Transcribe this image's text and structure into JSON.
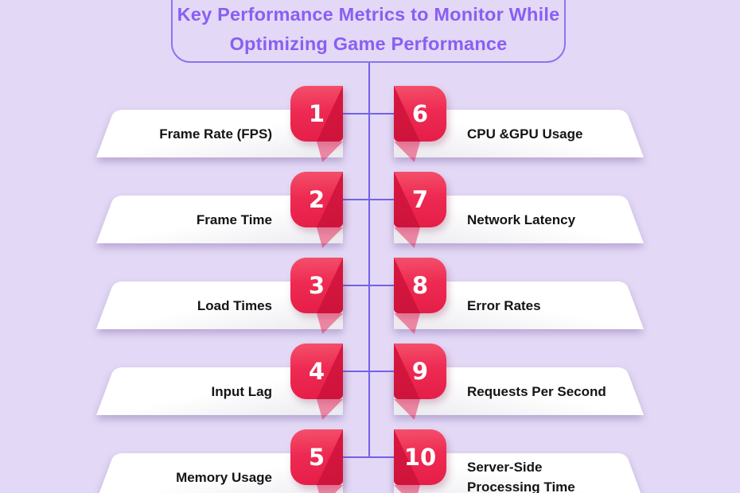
{
  "title": {
    "line1": "Key Performance Metrics to Monitor While",
    "line2": "Optimizing Game Performance"
  },
  "items": [
    {
      "number": "1",
      "label": "Frame Rate (FPS)"
    },
    {
      "number": "2",
      "label": "Frame Time"
    },
    {
      "number": "3",
      "label": "Load Times"
    },
    {
      "number": "4",
      "label": "Input Lag"
    },
    {
      "number": "5",
      "label": "Memory Usage"
    },
    {
      "number": "6",
      "label": "CPU &GPU Usage"
    },
    {
      "number": "7",
      "label": "Network Latency"
    },
    {
      "number": "8",
      "label": "Error Rates"
    },
    {
      "number": "9",
      "label": "Requests Per Second"
    },
    {
      "number": "10",
      "label": "Server-Side Processing Time"
    }
  ],
  "colors": {
    "background": "#E3D9F6",
    "title_text": "#8A5EF2",
    "title_border": "#8C74F1",
    "connector": "#7361E8",
    "badge_red_top": "#F4506B",
    "badge_red_bottom": "#E51E48",
    "badge_fold": "#D8173F",
    "label_text": "#141414",
    "banner_white": "#FFFFFF",
    "banner_gray": "#EAE9EE"
  }
}
